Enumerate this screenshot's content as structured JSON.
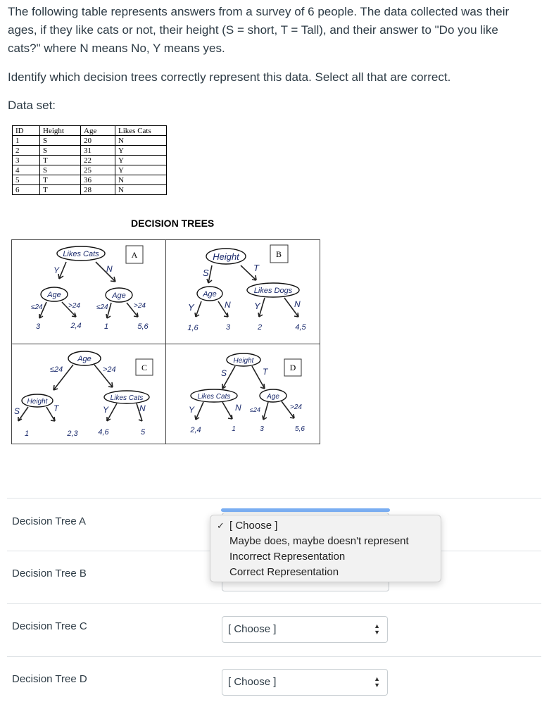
{
  "question": {
    "intro": "The following table represents answers from a survey of 6 people. The data collected was their ages, if they like cats or not, their height (S = short, T = Tall), and their answer to \"Do you like cats?\" where N means No, Y means yes.",
    "instruction": "Identify which decision trees correctly represent this data. Select all that are correct.",
    "dataset_label": "Data set:"
  },
  "dataset": {
    "headers": [
      "ID",
      "Height",
      "Age",
      "Likes Cats"
    ],
    "rows": [
      [
        "1",
        "S",
        "20",
        "N"
      ],
      [
        "2",
        "S",
        "31",
        "Y"
      ],
      [
        "3",
        "T",
        "22",
        "Y"
      ],
      [
        "4",
        "S",
        "25",
        "Y"
      ],
      [
        "5",
        "T",
        "36",
        "N"
      ],
      [
        "6",
        "T",
        "28",
        "N"
      ]
    ]
  },
  "trees": {
    "title": "DECISION TREES",
    "A": {
      "box": "A",
      "root": "Likes Cats",
      "left_edge": "Y",
      "right_edge": "N",
      "left_node": "Age",
      "right_node": "Age",
      "ll_edge": "≤24",
      "lr_edge": ">24",
      "rl_edge": "≤24",
      "rr_edge": ">24",
      "leaves": [
        "3",
        "2,4",
        "1",
        "5,6"
      ]
    },
    "B": {
      "box": "B",
      "root": "Height",
      "left_edge": "S",
      "right_edge": "T",
      "left_node": "Age",
      "right_node": "Likes Dogs",
      "ll_edge": "Y",
      "lr_edge": "N",
      "rl_edge": "Y",
      "rr_edge": "N",
      "leaves": [
        "1,6",
        "3",
        "2",
        "4,5"
      ]
    },
    "C": {
      "box": "C",
      "root": "Age",
      "left_edge": "≤24",
      "right_edge": ">24",
      "left_node": "Height",
      "right_node": "Likes Cats",
      "ll_edge": "S",
      "lr_edge": "T",
      "rl_edge": "Y",
      "rr_edge": "N",
      "leaves": [
        "1",
        "2,3",
        "4,6",
        "5"
      ]
    },
    "D": {
      "box": "D",
      "root": "Height",
      "left_edge": "S",
      "right_edge": "T",
      "left_node": "Likes Cats",
      "right_node": "Age",
      "ll_edge": "Y",
      "lr_edge": "N",
      "rl_edge": "≤24",
      "rr_edge": ">24",
      "leaves": [
        "2,4",
        "1",
        "3",
        "5,6"
      ]
    }
  },
  "answers": [
    {
      "label": "Decision Tree A",
      "selected": "[ Choose ]"
    },
    {
      "label": "Decision Tree B",
      "selected": "[ Choose ]"
    },
    {
      "label": "Decision Tree C",
      "selected": "[ Choose ]"
    },
    {
      "label": "Decision Tree D",
      "selected": "[ Choose ]"
    }
  ],
  "dropdown_open": {
    "check_icon": "check-icon",
    "options": [
      "[ Choose ]",
      "Maybe does, maybe doesn't represent",
      "Incorrect Representation",
      "Correct Representation"
    ]
  }
}
